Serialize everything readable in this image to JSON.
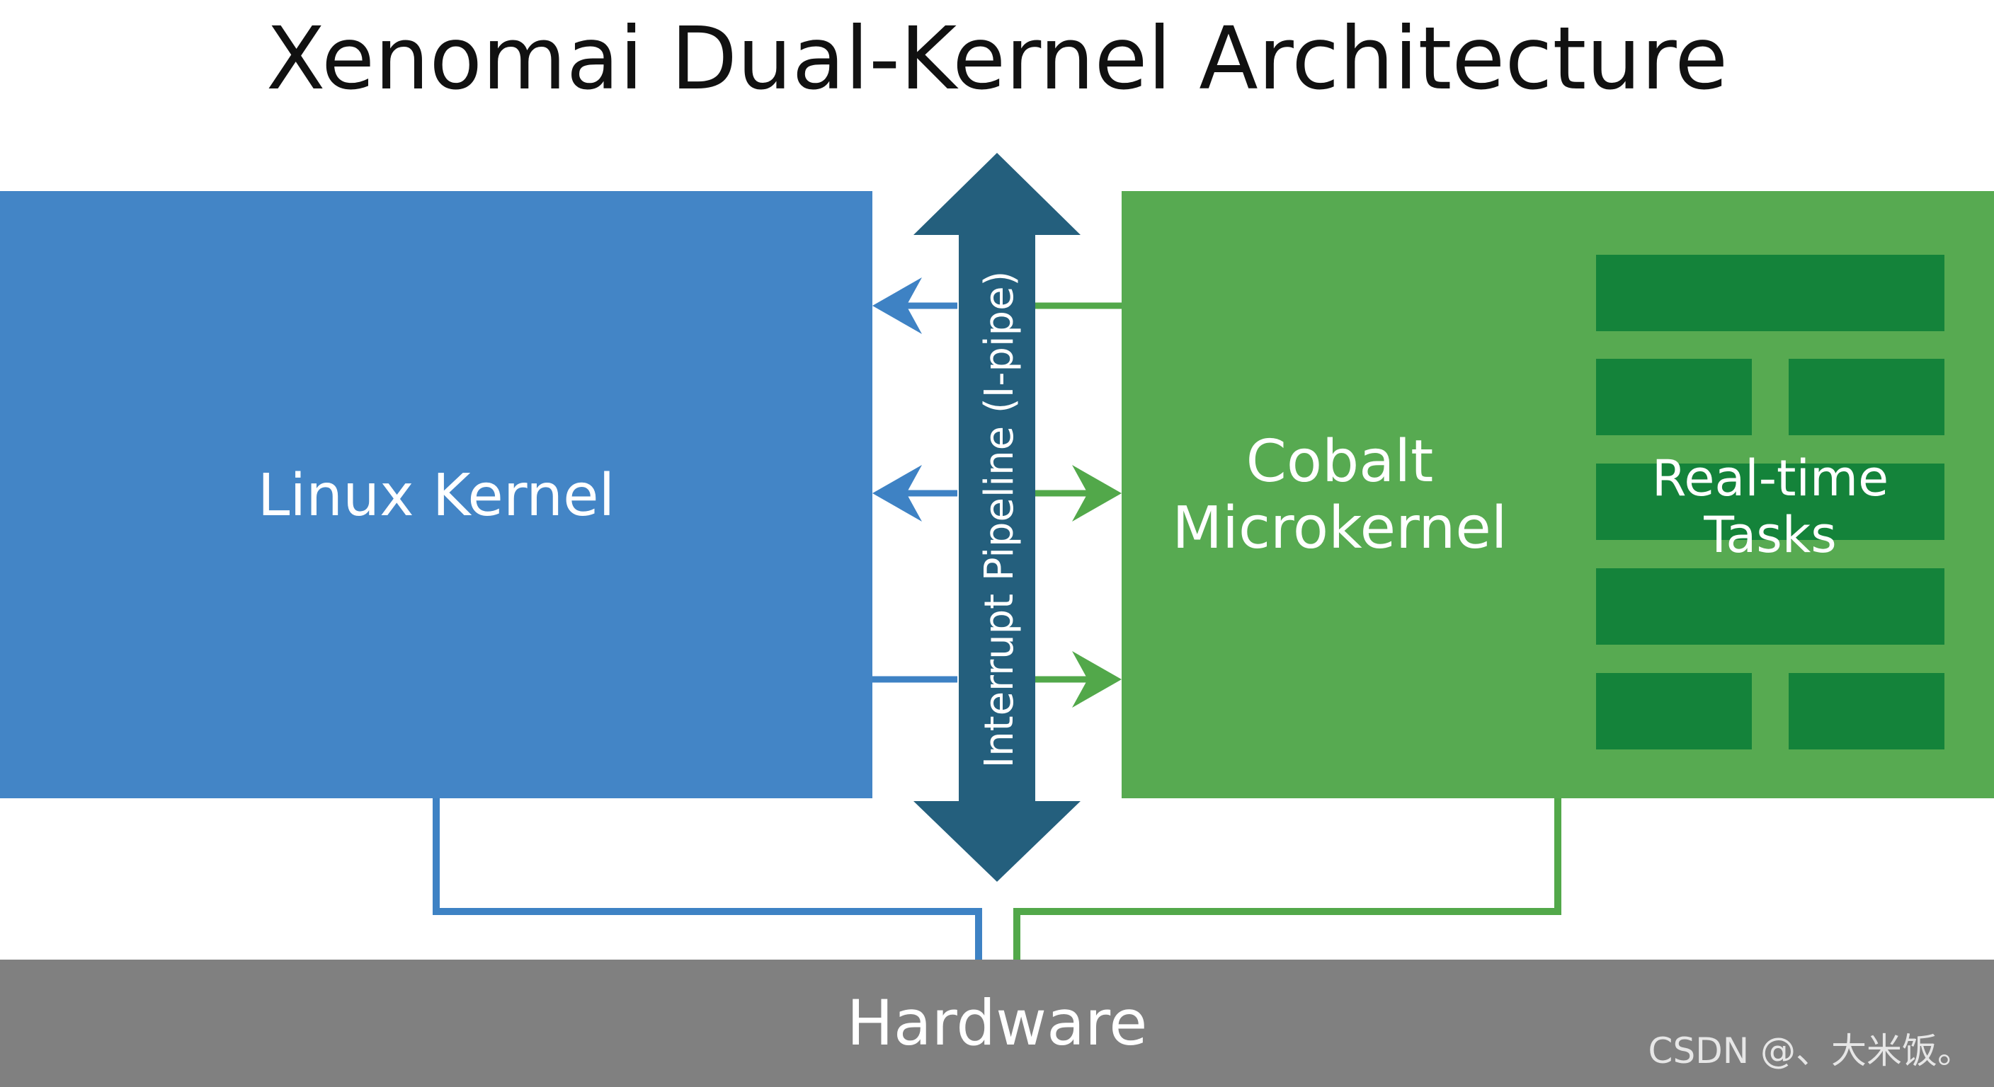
{
  "title": "Xenomai Dual-Kernel Architecture",
  "linux_kernel": {
    "label": "Linux Kernel"
  },
  "cobalt": {
    "line1": "Cobalt",
    "line2": "Microkernel"
  },
  "realtime_tasks": {
    "line1": "Real-time",
    "line2": "Tasks"
  },
  "interrupt_pipeline": {
    "label": "Interrupt Pipeline (I-pipe)"
  },
  "hardware": {
    "label": "Hardware"
  },
  "watermark": "CSDN @、大米饭。",
  "colors": {
    "linux_blue": "#4385c6",
    "line_blue": "#3e82c4",
    "cobalt_green": "#57aa51",
    "line_green": "#52a84a",
    "task_green": "#14833a",
    "pipe_teal": "#245f7d",
    "hardware_gray": "#808080",
    "title_black": "#111111",
    "label_white": "#ffffff"
  }
}
